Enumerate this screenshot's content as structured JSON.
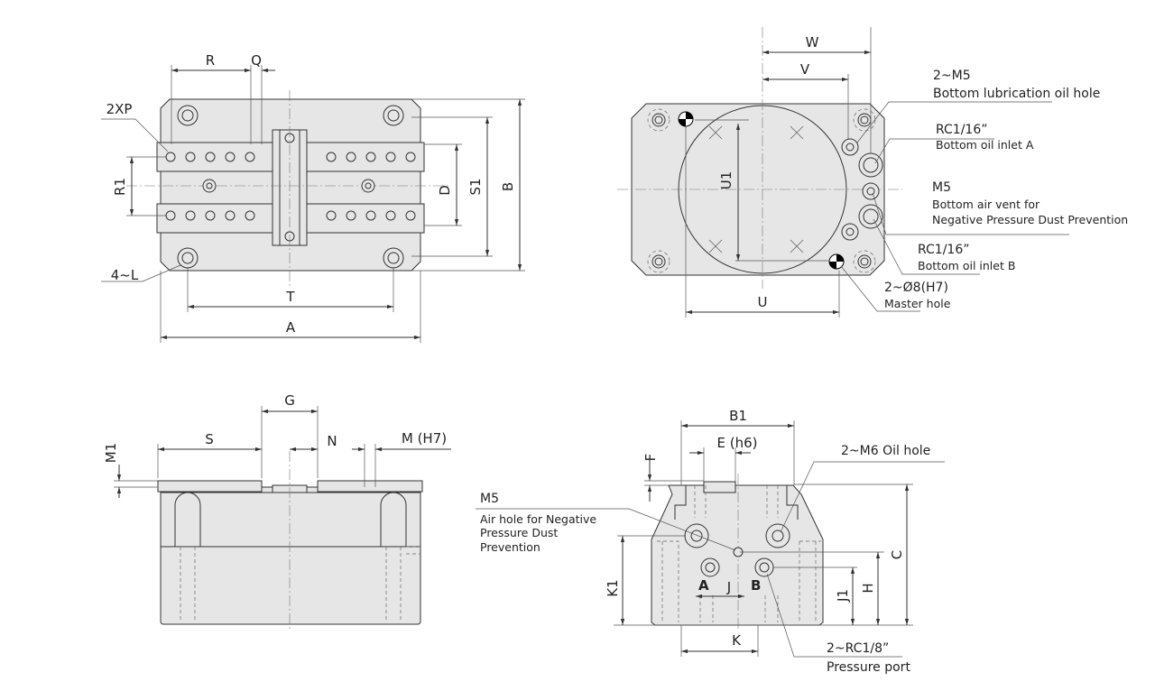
{
  "top_view": {
    "dims": {
      "R": "R",
      "Q": "Q",
      "XP": "2XP",
      "R1": "R1",
      "D": "D",
      "S1": "S1",
      "B": "B",
      "L": "4~L",
      "T": "T",
      "A": "A"
    }
  },
  "bottom_view": {
    "dims": {
      "W": "W",
      "V": "V",
      "U1": "U1",
      "U": "U"
    },
    "callouts": {
      "lub_spec": "2~M5",
      "lub_desc": "Bottom lubrication oil hole",
      "inlet_a_spec": "RC1/16”",
      "inlet_a_desc": "Bottom oil inlet A",
      "vent_spec": "M5",
      "vent_desc1": "Bottom air vent for",
      "vent_desc2": "Negative Pressure Dust Prevention",
      "inlet_b_spec": "RC1/16”",
      "inlet_b_desc": "Bottom oil inlet B",
      "master_spec": "2~Ø8(H7)",
      "master_desc": "Master hole"
    }
  },
  "front_view": {
    "dims": {
      "G": "G",
      "S": "S",
      "N": "N",
      "M": "M (H7)",
      "M1": "M1"
    }
  },
  "side_view": {
    "dims": {
      "B1": "B1",
      "E": "E (h6)",
      "F": "F",
      "C": "C",
      "H": "H",
      "J1": "J1",
      "K1": "K1",
      "J": "J",
      "K": "K",
      "A": "A",
      "B": "B"
    },
    "callouts": {
      "oil_hole": "2~M6 Oil hole",
      "air_spec": "M5",
      "air_desc1": "Air hole for Negative",
      "air_desc2": "Pressure Dust",
      "air_desc3": "Prevention",
      "port_spec": "2~RC1/8”",
      "port_desc": "Pressure port"
    }
  }
}
